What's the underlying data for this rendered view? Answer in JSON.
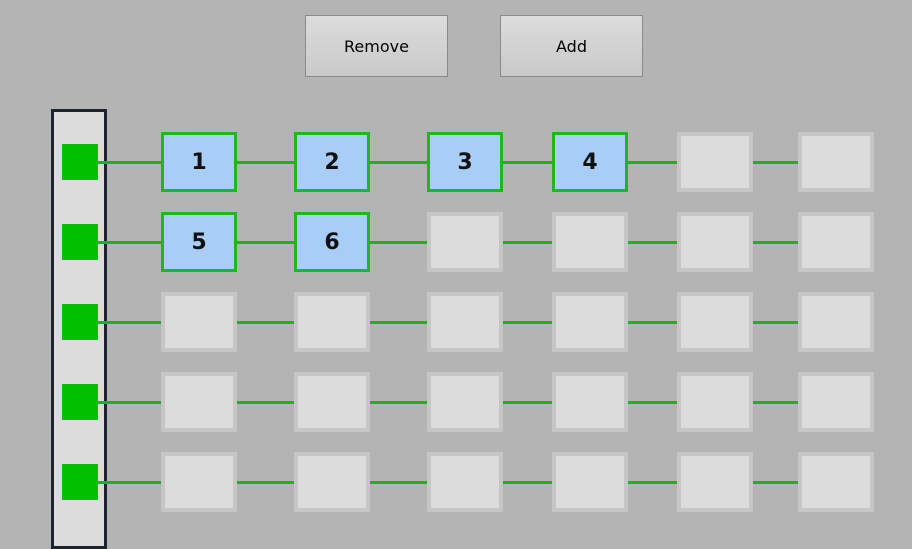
{
  "toolbar": {
    "remove_label": "Remove",
    "add_label": "Add"
  },
  "colors": {
    "link": "#19b419",
    "filled_slot": "#a8cdf7",
    "port": "#00c000"
  },
  "rows": [
    {
      "slots": [
        "1",
        "2",
        "3",
        "4",
        "",
        ""
      ]
    },
    {
      "slots": [
        "5",
        "6",
        "",
        "",
        "",
        ""
      ]
    },
    {
      "slots": [
        "",
        "",
        "",
        "",
        "",
        ""
      ]
    },
    {
      "slots": [
        "",
        "",
        "",
        "",
        "",
        ""
      ]
    },
    {
      "slots": [
        "",
        "",
        "",
        "",
        "",
        ""
      ]
    }
  ]
}
